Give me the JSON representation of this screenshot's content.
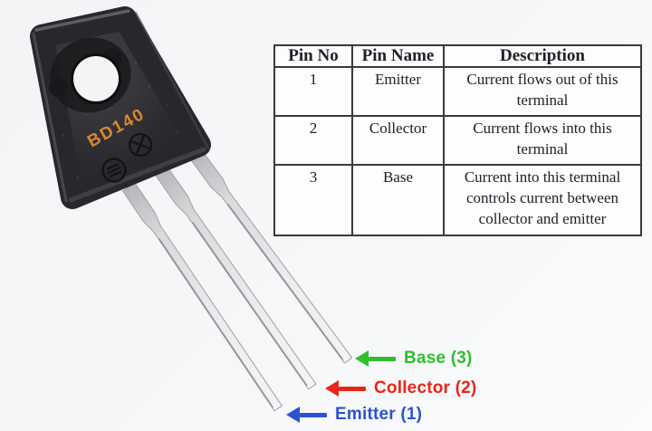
{
  "photo": {
    "part_number": "BD140",
    "description": "black TO-126 transistor package with mounting hole and three metal legs"
  },
  "pointers": [
    {
      "id": "base",
      "label": "Base (3)",
      "color": "#2fbe2e"
    },
    {
      "id": "collector",
      "label": "Collector (2)",
      "color": "#ea2517"
    },
    {
      "id": "emitter",
      "label": "Emitter (1)",
      "color": "#2b53d1"
    }
  ],
  "table": {
    "headers": [
      "Pin No",
      "Pin Name",
      "Description"
    ],
    "rows": [
      {
        "pin_no": "1",
        "pin_name": "Emitter",
        "description": "Current flows out of this terminal"
      },
      {
        "pin_no": "2",
        "pin_name": "Collector",
        "description": "Current flows into this terminal"
      },
      {
        "pin_no": "3",
        "pin_name": "Base",
        "description": "Current into this terminal controls current between collector and emitter"
      }
    ]
  },
  "colors": {
    "part_number_orange": "#d8892f",
    "base_green": "#2fbe2e",
    "collector_red": "#ea2517",
    "emitter_blue": "#2b53d1",
    "table_border": "#3a3a3a",
    "background": "#f5f6f7"
  }
}
